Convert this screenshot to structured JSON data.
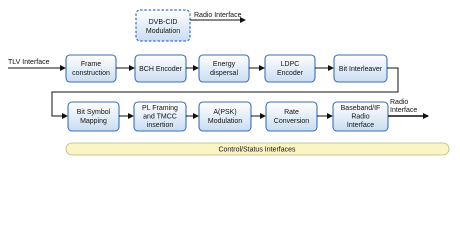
{
  "diagram": {
    "colors": {
      "box_fill_top": "#ffffff",
      "box_fill_bottom": "#c9ddf2",
      "box_stroke": "#3b6fb6",
      "arrow": "#111111",
      "bar_fill": "#fbf4c4",
      "bar_stroke": "#b9b48a"
    },
    "optional_block": {
      "lines": [
        "DVB-CID",
        "Modulation"
      ]
    },
    "top_right_output": "Radio Interface",
    "input_label": "TLV Interface",
    "row1": [
      {
        "id": "frame-construction",
        "lines": [
          "Frame",
          "construction"
        ]
      },
      {
        "id": "bch-encoder",
        "lines": [
          "BCH Encoder"
        ]
      },
      {
        "id": "energy-dispersal",
        "lines": [
          "Energy",
          "dispersal"
        ]
      },
      {
        "id": "ldpc-encoder",
        "lines": [
          "LDPC",
          "Encoder"
        ]
      },
      {
        "id": "bit-interleaver",
        "lines": [
          "Bit Interleaver"
        ]
      }
    ],
    "row2": [
      {
        "id": "bit-symbol-mapping",
        "lines": [
          "Bit Symbol",
          "Mapping"
        ]
      },
      {
        "id": "pl-framing-tmcc",
        "lines": [
          "PL Framing",
          "and TMCC",
          "insertion"
        ]
      },
      {
        "id": "apsk-modulation",
        "lines": [
          "A(PSK)",
          "Modulation"
        ]
      },
      {
        "id": "rate-conversion",
        "lines": [
          "Rate",
          "Conversion"
        ]
      },
      {
        "id": "baseband-if-radio",
        "lines": [
          "Baseband/IF",
          "Radio",
          "Interface"
        ]
      }
    ],
    "output_label": [
      "Radio",
      "Interface"
    ],
    "control_bar": "Control/Status Interfaces"
  }
}
